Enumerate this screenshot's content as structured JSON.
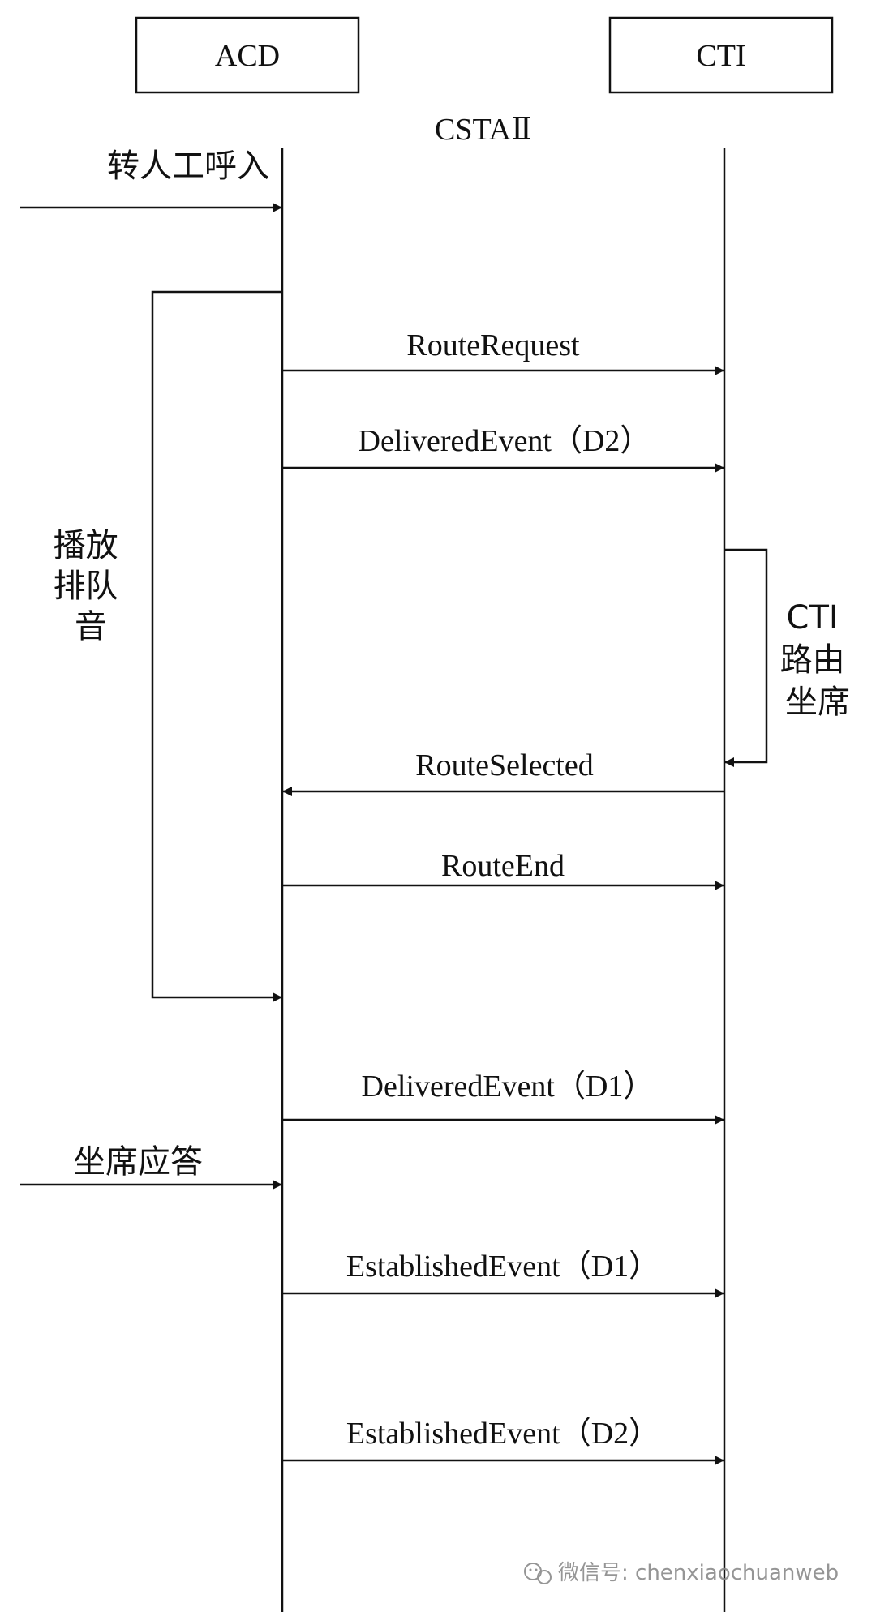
{
  "participants": {
    "left": "ACD",
    "right": "CTI"
  },
  "protocol_label": "CSTAⅡ",
  "external_events": {
    "incoming": "转人工呼入",
    "answered": "坐席应答"
  },
  "loops": {
    "left_lines": [
      "播放",
      "排队",
      "音"
    ],
    "right_lines": [
      "CTI",
      "路由",
      "坐席"
    ]
  },
  "messages": [
    {
      "id": "route-request",
      "label": "RouteRequest",
      "from": "ACD",
      "to": "CTI"
    },
    {
      "id": "delivered-d2",
      "label": "DeliveredEvent（D2）",
      "from": "ACD",
      "to": "CTI"
    },
    {
      "id": "route-selected",
      "label": "RouteSelected",
      "from": "CTI",
      "to": "ACD"
    },
    {
      "id": "route-end",
      "label": "RouteEnd",
      "from": "ACD",
      "to": "CTI"
    },
    {
      "id": "delivered-d1",
      "label": "DeliveredEvent（D1）",
      "from": "ACD",
      "to": "CTI"
    },
    {
      "id": "established-d1",
      "label": "EstablishedEvent（D1）",
      "from": "ACD",
      "to": "CTI"
    },
    {
      "id": "established-d2",
      "label": "EstablishedEvent（D2）",
      "from": "ACD",
      "to": "CTI"
    }
  ],
  "watermark": "微信号: chenxiaochuanweb"
}
